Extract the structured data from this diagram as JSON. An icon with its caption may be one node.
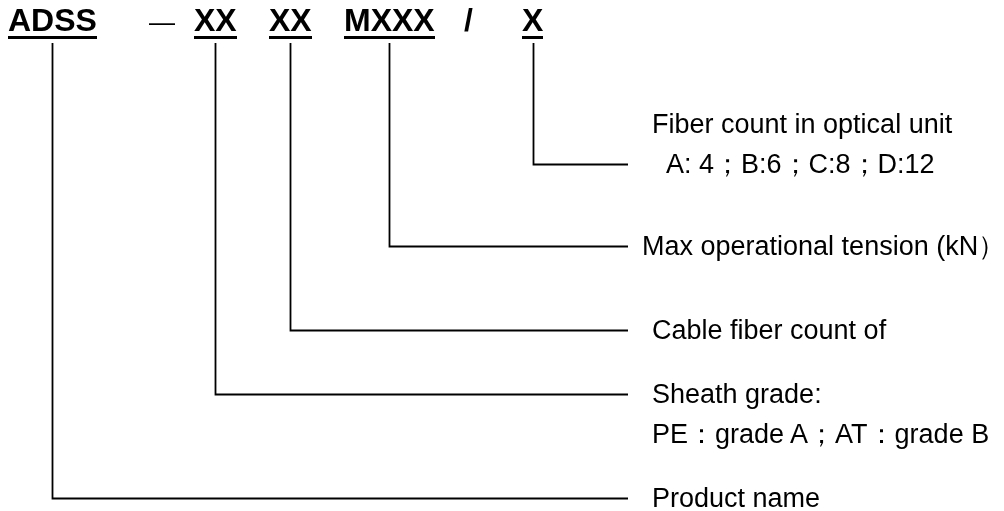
{
  "diagram": {
    "nodes": [
      {
        "text": [
          "ADSS"
        ]
      },
      {
        "text": [
          "XX"
        ]
      },
      {
        "text": [
          "XX"
        ]
      },
      {
        "text": [
          "MXXX"
        ]
      },
      {
        "text": [
          "X"
        ]
      },
      {
        "text": [
          "Fiber count in optical unit",
          "A: 4；B:6；C:8；D:12"
        ]
      },
      {
        "text": [
          "Max operational tension (kN）"
        ]
      },
      {
        "text": [
          "Cable fiber count of"
        ]
      },
      {
        "text": [
          "Sheath grade:",
          "PE：grade A；AT：grade B"
        ]
      },
      {
        "text": [
          "Product name"
        ]
      }
    ],
    "edges": [
      {
        "from": 4,
        "to": 5,
        "arrow": "none"
      },
      {
        "from": 3,
        "to": 6,
        "arrow": "none"
      },
      {
        "from": 2,
        "to": 7,
        "arrow": "none"
      },
      {
        "from": 1,
        "to": 8,
        "arrow": "none"
      },
      {
        "from": 0,
        "to": 9,
        "arrow": "none"
      }
    ],
    "labels": [
      "—",
      "/"
    ]
  }
}
